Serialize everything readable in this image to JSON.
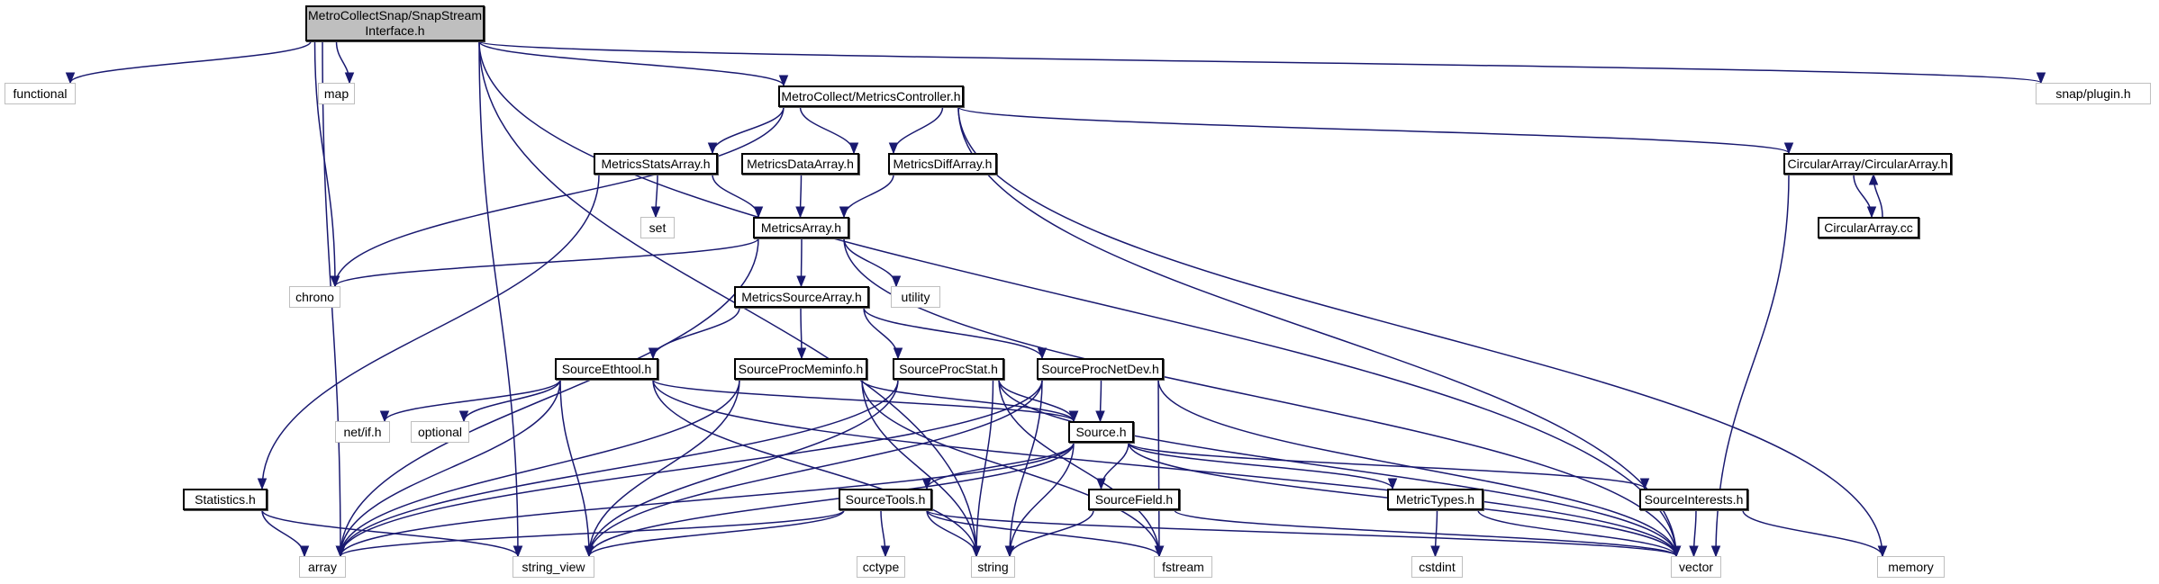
{
  "graph": {
    "title": "MetroCollectSnap/SnapStreamInterface.h include dependency graph",
    "colors": {
      "edge": "#191970",
      "root_fill": "#bfbfbf",
      "doc_border": "#000000",
      "ext_border": "#bfbfbf"
    },
    "nodes": [
      {
        "id": "root",
        "label": "MetroCollectSnap/SnapStream\nInterface.h",
        "kind": "root"
      },
      {
        "id": "functional",
        "label": "functional",
        "kind": "ext"
      },
      {
        "id": "map",
        "label": "map",
        "kind": "ext"
      },
      {
        "id": "controller",
        "label": "MetroCollect/MetricsController.h",
        "kind": "doc"
      },
      {
        "id": "plugin",
        "label": "snap/plugin.h",
        "kind": "ext"
      },
      {
        "id": "statsarray",
        "label": "MetricsStatsArray.h",
        "kind": "doc"
      },
      {
        "id": "dataarray",
        "label": "MetricsDataArray.h",
        "kind": "doc"
      },
      {
        "id": "diffarray",
        "label": "MetricsDiffArray.h",
        "kind": "doc"
      },
      {
        "id": "circh",
        "label": "CircularArray/CircularArray.h",
        "kind": "doc"
      },
      {
        "id": "set",
        "label": "set",
        "kind": "ext"
      },
      {
        "id": "metricsarray",
        "label": "MetricsArray.h",
        "kind": "doc"
      },
      {
        "id": "circcc",
        "label": "CircularArray.cc",
        "kind": "doc"
      },
      {
        "id": "chrono",
        "label": "chrono",
        "kind": "ext"
      },
      {
        "id": "sourcearray",
        "label": "MetricsSourceArray.h",
        "kind": "doc"
      },
      {
        "id": "utility",
        "label": "utility",
        "kind": "ext"
      },
      {
        "id": "ethtool",
        "label": "SourceEthtool.h",
        "kind": "doc"
      },
      {
        "id": "meminfo",
        "label": "SourceProcMeminfo.h",
        "kind": "doc"
      },
      {
        "id": "procstat",
        "label": "SourceProcStat.h",
        "kind": "doc"
      },
      {
        "id": "netdev",
        "label": "SourceProcNetDev.h",
        "kind": "doc"
      },
      {
        "id": "netif",
        "label": "net/if.h",
        "kind": "ext"
      },
      {
        "id": "optional",
        "label": "optional",
        "kind": "ext"
      },
      {
        "id": "source",
        "label": "Source.h",
        "kind": "doc"
      },
      {
        "id": "statistics",
        "label": "Statistics.h",
        "kind": "doc"
      },
      {
        "id": "sourcetools",
        "label": "SourceTools.h",
        "kind": "doc"
      },
      {
        "id": "sourcefield",
        "label": "SourceField.h",
        "kind": "doc"
      },
      {
        "id": "metrictypes",
        "label": "MetricTypes.h",
        "kind": "doc"
      },
      {
        "id": "interests",
        "label": "SourceInterests.h",
        "kind": "doc"
      },
      {
        "id": "array",
        "label": "array",
        "kind": "ext"
      },
      {
        "id": "string_view",
        "label": "string_view",
        "kind": "ext"
      },
      {
        "id": "cctype",
        "label": "cctype",
        "kind": "ext"
      },
      {
        "id": "string",
        "label": "string",
        "kind": "ext"
      },
      {
        "id": "fstream",
        "label": "fstream",
        "kind": "ext"
      },
      {
        "id": "cstdint",
        "label": "cstdint",
        "kind": "ext"
      },
      {
        "id": "vector",
        "label": "vector",
        "kind": "ext"
      },
      {
        "id": "memory",
        "label": "memory",
        "kind": "ext"
      }
    ],
    "edges": [
      [
        "root",
        "functional"
      ],
      [
        "root",
        "map"
      ],
      [
        "root",
        "chrono"
      ],
      [
        "root",
        "array"
      ],
      [
        "root",
        "string_view"
      ],
      [
        "root",
        "controller"
      ],
      [
        "root",
        "string"
      ],
      [
        "root",
        "vector"
      ],
      [
        "root",
        "plugin"
      ],
      [
        "controller",
        "chrono"
      ],
      [
        "controller",
        "statsarray"
      ],
      [
        "controller",
        "dataarray"
      ],
      [
        "controller",
        "diffarray"
      ],
      [
        "controller",
        "vector"
      ],
      [
        "controller",
        "circh"
      ],
      [
        "controller",
        "memory"
      ],
      [
        "statsarray",
        "set"
      ],
      [
        "statsarray",
        "metricsarray"
      ],
      [
        "statsarray",
        "statistics"
      ],
      [
        "dataarray",
        "metricsarray"
      ],
      [
        "diffarray",
        "metricsarray"
      ],
      [
        "circh",
        "circcc"
      ],
      [
        "circcc",
        "circh"
      ],
      [
        "circh",
        "vector"
      ],
      [
        "metricsarray",
        "chrono"
      ],
      [
        "metricsarray",
        "array"
      ],
      [
        "metricsarray",
        "sourcearray"
      ],
      [
        "metricsarray",
        "utility"
      ],
      [
        "metricsarray",
        "vector"
      ],
      [
        "sourcearray",
        "ethtool"
      ],
      [
        "sourcearray",
        "meminfo"
      ],
      [
        "sourcearray",
        "procstat"
      ],
      [
        "sourcearray",
        "netdev"
      ],
      [
        "ethtool",
        "array"
      ],
      [
        "ethtool",
        "netif"
      ],
      [
        "ethtool",
        "optional"
      ],
      [
        "ethtool",
        "string_view"
      ],
      [
        "ethtool",
        "string"
      ],
      [
        "ethtool",
        "source"
      ],
      [
        "ethtool",
        "vector"
      ],
      [
        "meminfo",
        "array"
      ],
      [
        "meminfo",
        "string_view"
      ],
      [
        "meminfo",
        "string"
      ],
      [
        "meminfo",
        "fstream"
      ],
      [
        "meminfo",
        "source"
      ],
      [
        "procstat",
        "array"
      ],
      [
        "procstat",
        "string_view"
      ],
      [
        "procstat",
        "string"
      ],
      [
        "procstat",
        "source"
      ],
      [
        "procstat",
        "fstream"
      ],
      [
        "procstat",
        "vector"
      ],
      [
        "netdev",
        "source"
      ],
      [
        "netdev",
        "string_view"
      ],
      [
        "netdev",
        "string"
      ],
      [
        "netdev",
        "fstream"
      ],
      [
        "netdev",
        "vector"
      ],
      [
        "netdev",
        "array"
      ],
      [
        "source",
        "sourcetools"
      ],
      [
        "source",
        "sourcefield"
      ],
      [
        "source",
        "metrictypes"
      ],
      [
        "source",
        "interests"
      ],
      [
        "source",
        "string_view"
      ],
      [
        "source",
        "string"
      ],
      [
        "source",
        "vector"
      ],
      [
        "source",
        "array"
      ],
      [
        "statistics",
        "array"
      ],
      [
        "statistics",
        "string_view"
      ],
      [
        "sourcetools",
        "array"
      ],
      [
        "sourcetools",
        "string_view"
      ],
      [
        "sourcetools",
        "cctype"
      ],
      [
        "sourcetools",
        "string"
      ],
      [
        "sourcetools",
        "fstream"
      ],
      [
        "sourcetools",
        "vector"
      ],
      [
        "sourcefield",
        "string"
      ],
      [
        "sourcefield",
        "vector"
      ],
      [
        "metrictypes",
        "cstdint"
      ],
      [
        "metrictypes",
        "vector"
      ],
      [
        "interests",
        "vector"
      ],
      [
        "interests",
        "memory"
      ]
    ]
  }
}
